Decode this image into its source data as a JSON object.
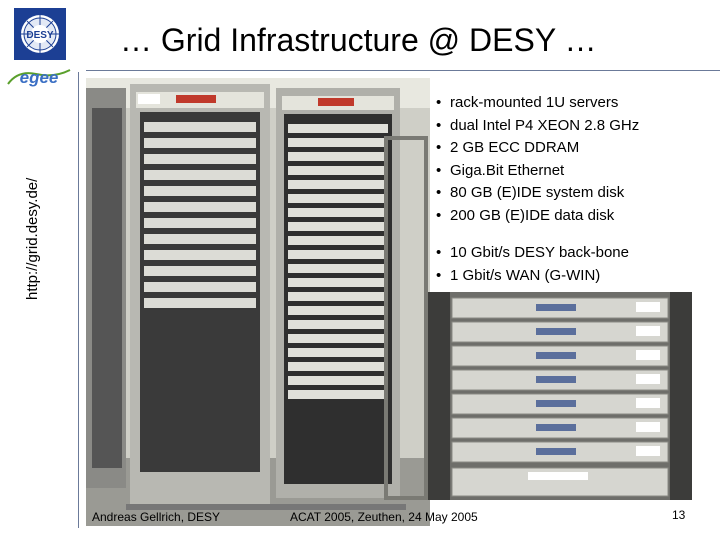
{
  "slide": {
    "title": "… Grid Infrastructure @ DESY …",
    "side_url": "http://grid.desy.de/",
    "logos": {
      "desy": "DESY",
      "egee": "egee"
    },
    "bullets_group1": [
      "rack-mounted 1U servers",
      "dual Intel P4 XEON 2.8 GHz",
      "2 GB ECC DDRAM",
      "Giga.Bit Ethernet",
      "80 GB (E)IDE system disk",
      "200 GB (E)IDE data disk"
    ],
    "bullets_group2": [
      "10 Gbit/s DESY back-bone",
      "1 Gbit/s WAN (G-WIN)"
    ],
    "footer": {
      "author": "Andreas Gellrich, DESY",
      "event": "ACAT 2005, Zeuthen, 24 May 2005",
      "page": "13"
    },
    "colors": {
      "rule": "#6b7a99",
      "desy_blue": "#1c3f94",
      "egee_blue": "#3b6fc4",
      "egee_green": "#5aa02c"
    }
  }
}
